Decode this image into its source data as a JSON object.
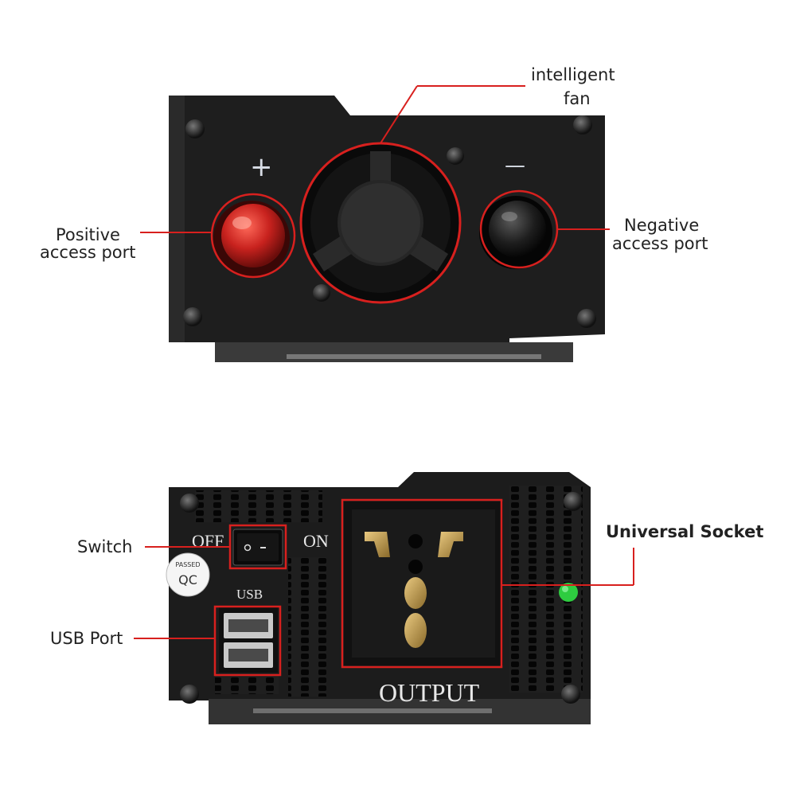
{
  "top_panel": {
    "plus_symbol": "+",
    "minus_symbol": "—",
    "labels": {
      "fan_line1": "intelligent",
      "fan_line2": "fan",
      "positive_line1": "Positive",
      "positive_line2": "access port",
      "negative_line1": "Negative",
      "negative_line2": "access port"
    }
  },
  "bottom_panel": {
    "switch_off": "OFF",
    "switch_on": "ON",
    "usb_marking": "USB",
    "output_marking": "OUTPUT",
    "qc_sticker_line1": "QC",
    "qc_sticker_line2": "PASSED",
    "labels": {
      "switch": "Switch",
      "usb_port": "USB Port",
      "universal_socket": "Universal Socket"
    }
  },
  "colors": {
    "annotation_red": "#d8201e",
    "panel_dark": "#1c1c1c",
    "positive_terminal": "#c8221e",
    "status_led": "#2ecc40",
    "socket_brass": "#c8a25a"
  }
}
